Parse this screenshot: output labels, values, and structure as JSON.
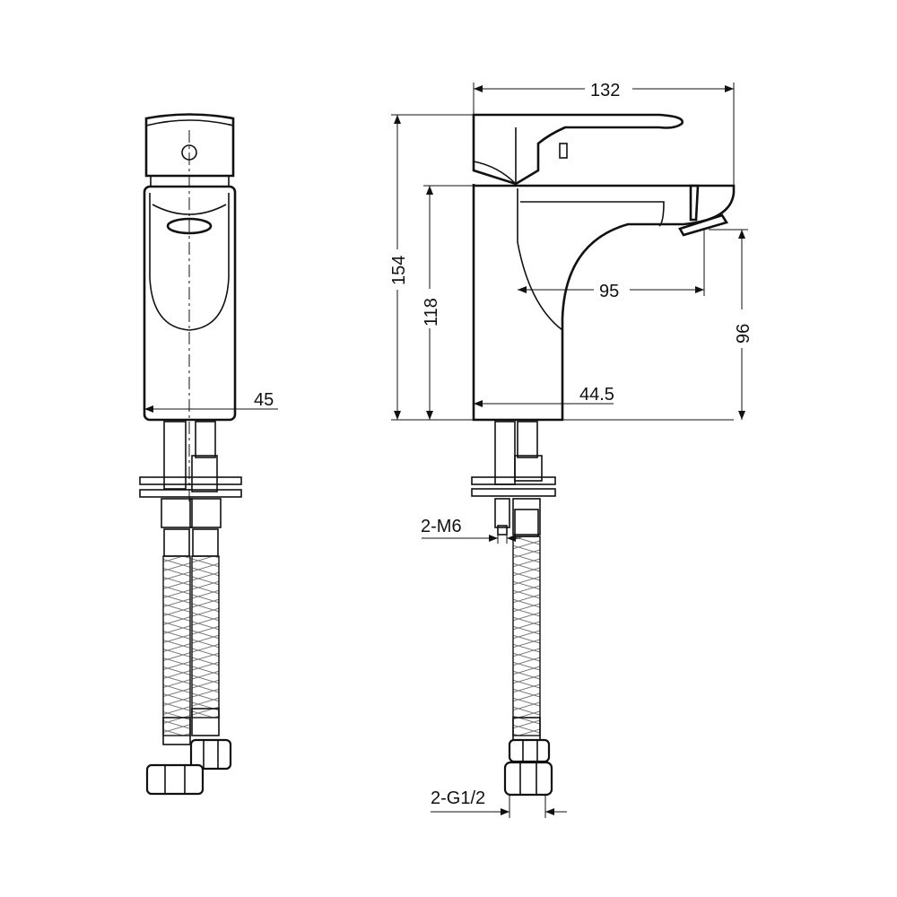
{
  "dimensions": {
    "overall_width": "132",
    "overall_height": "154",
    "spout_height": "118",
    "spout_reach": "95",
    "clearance_height": "96",
    "body_depth": "44.5",
    "body_width": "45",
    "mounting_thread": "2-M6",
    "connection_thread": "2-G1/2"
  }
}
